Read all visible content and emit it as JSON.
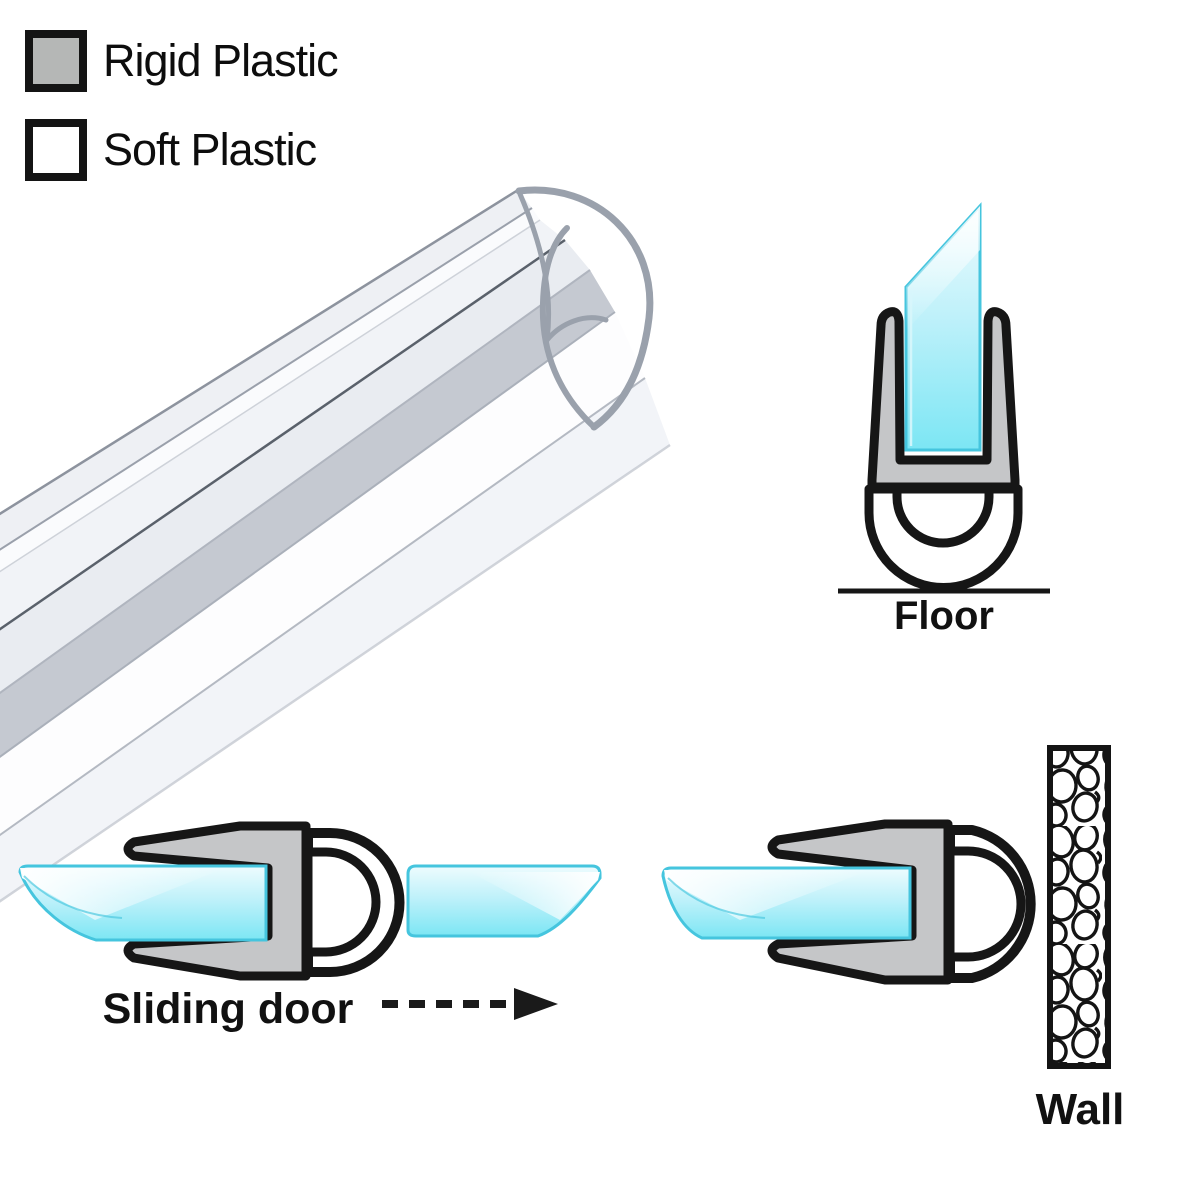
{
  "legend": {
    "items": [
      {
        "label": "Rigid Plastic",
        "swatch": "gray"
      },
      {
        "label": "Soft Plastic",
        "swatch": "white"
      }
    ]
  },
  "figures": {
    "floor": {
      "label": "Floor"
    },
    "sliding": {
      "label": "Sliding door"
    },
    "wall": {
      "label": "Wall"
    }
  },
  "colors": {
    "outline_black": "#161616",
    "legend_gray": "#b5b7b6",
    "rigid_gray": "#c5c6c8",
    "soft_white": "#ffffff",
    "glass_border": "#45c5de",
    "glass_fill": "#7fe8f5",
    "render_line_gray": "#9aa1ac",
    "render_band_gray": "#c5c9d1"
  }
}
